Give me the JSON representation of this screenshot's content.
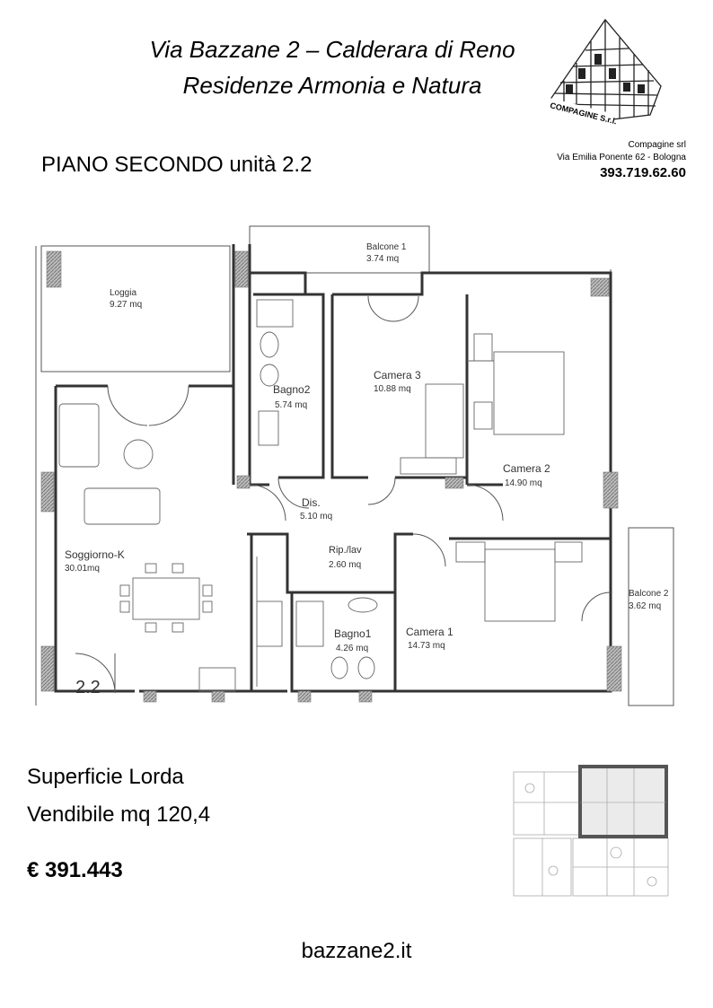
{
  "header": {
    "title_line1": "Via Bazzane 2 – Calderara di Reno",
    "title_line2": "Residenze Armonia e Natura",
    "floor_label": "PIANO SECONDO unità 2.2"
  },
  "company": {
    "logo_text": "COMPAGINE S.r.l.",
    "name": "Compagine srl",
    "address": "Via Emilia Ponente 62 - Bologna",
    "phone": "393.719.62.60"
  },
  "rooms": [
    {
      "name": "Balcone 1",
      "area": "3.74 mq"
    },
    {
      "name": "Loggia",
      "area": "9.27 mq"
    },
    {
      "name": "Bagno2",
      "area": "5.74 mq"
    },
    {
      "name": "Camera 3",
      "area": "10.88 mq"
    },
    {
      "name": "Camera 2",
      "area": "14.90 mq"
    },
    {
      "name": "Dis.",
      "area": "5.10 mq"
    },
    {
      "name": "Soggiorno-K",
      "area": "30.01mq"
    },
    {
      "name": "Rip./lav",
      "area": "2.60 mq"
    },
    {
      "name": "Bagno1",
      "area": "4.26 mq"
    },
    {
      "name": "Camera 1",
      "area": "14.73 mq"
    },
    {
      "name": "Balcone 2",
      "area": "3.62 mq"
    }
  ],
  "unit_number": "2.2",
  "surface": {
    "line1": "Superficie Lorda",
    "line2": "Vendibile mq 120,4"
  },
  "price": "€ 391.443",
  "website": "bazzane2.it",
  "colors": {
    "wall": "#444444",
    "wall_hatch": "#9a9a9a",
    "highlight": "#555555"
  }
}
